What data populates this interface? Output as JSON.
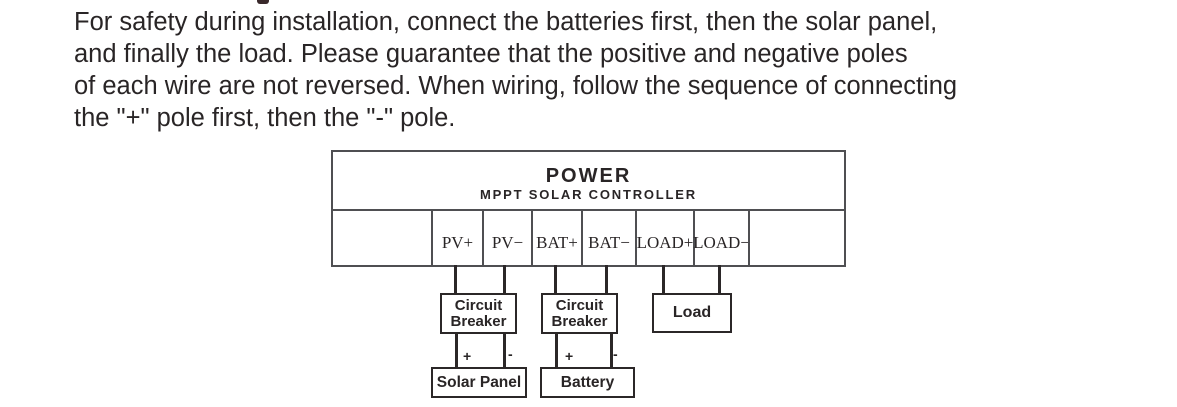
{
  "paragraph": {
    "lines": [
      "For safety during installation, connect the batteries first, then the solar panel,",
      "and finally the load. Please guarantee that the positive and negative poles",
      "of each wire are not reversed. When wiring, follow the sequence of connecting",
      "the \"+\" pole first, then the \"-\" pole."
    ]
  },
  "diagram": {
    "controller": {
      "title": "POWER",
      "subtitle": "MPPT SOLAR CONTROLLER"
    },
    "terminals": [
      "PV+",
      "PV−",
      "BAT+",
      "BAT−",
      "LOAD+",
      "LOAD−"
    ],
    "components": {
      "circuit_breaker": "Circuit Breaker",
      "load": "Load",
      "solar_panel": "Solar Panel",
      "battery": "Battery"
    },
    "polarity": {
      "plus": "+",
      "minus": "-"
    },
    "colors": {
      "ink": "#292526",
      "grid_line": "#4f4f52",
      "wire": "#2b2728",
      "background": "#ffffff"
    }
  }
}
